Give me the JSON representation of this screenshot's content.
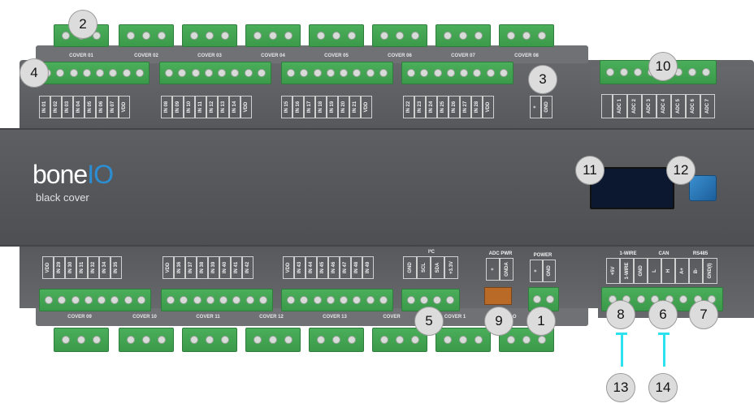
{
  "top_covers": [
    "COVER 01",
    "COVER 02",
    "COVER 03",
    "COVER 04",
    "COVER 05",
    "COVER 06",
    "COVER 07",
    "COVER 08"
  ],
  "bottom_covers": [
    "COVER 09",
    "COVER 10",
    "COVER 11",
    "COVER 12",
    "COVER 13",
    "COVER",
    "COVER 1",
    "CO"
  ],
  "top_inputs": [
    [
      "IN 01",
      "IN 02",
      "IN 03",
      "IN 04",
      "IN 05",
      "IN 06",
      "IN 07",
      "VDD"
    ],
    [
      "IN 08",
      "IN 09",
      "IN 10",
      "IN 11",
      "IN 12",
      "IN 13",
      "IN 14",
      "VDD"
    ],
    [
      "IN 15",
      "IN 16",
      "IN 17",
      "IN 18",
      "IN 19",
      "IN 20",
      "IN 21",
      "VDD"
    ],
    [
      "IN 22",
      "IN 23",
      "IN 24",
      "IN 25",
      "IN 26",
      "IN 27",
      "IN 28",
      "VDD"
    ]
  ],
  "top_power_pins": [
    "+",
    "GND"
  ],
  "adc_pins": [
    "",
    "ADC 1",
    "ADC 2",
    "ADC 3",
    "ADC 4",
    "ADC 5",
    "ADC 6",
    "ADC 7"
  ],
  "bottom_inputs": [
    [
      "VDD",
      "IN 29",
      "IN 30",
      "IN 31",
      "IN 32",
      "IN 34",
      "IN 35"
    ],
    [
      "VDD",
      "IN 36",
      "IN 37",
      "IN 38",
      "IN 39",
      "IN 40",
      "IN 41",
      "IN 42"
    ],
    [
      "VDD",
      "IN 43",
      "IN 44",
      "IN 45",
      "IN 46",
      "IN 47",
      "IN 48",
      "IN 49"
    ]
  ],
  "i2c": {
    "title": "I²C",
    "pins": [
      "GND",
      "SCL",
      "SDA",
      "+3.3V"
    ]
  },
  "adc_pwr": {
    "title": "ADC PWR",
    "pins": [
      "+",
      "GNDA"
    ]
  },
  "power": {
    "title": "POWER",
    "pins": [
      "+",
      "GND"
    ]
  },
  "one_wire": {
    "title": "1-WIRE",
    "pins": [
      "+5V",
      "1-WIRE",
      "GND"
    ]
  },
  "can": {
    "title": "CAN",
    "pins": [
      "L",
      "H"
    ]
  },
  "rs485": {
    "title": "RS485",
    "pins": [
      "A+",
      "B-",
      "GND(I)"
    ]
  },
  "logo": {
    "main": "bone",
    "io": "IO",
    "subtitle": "black cover"
  },
  "callouts": [
    "1",
    "2",
    "3",
    "4",
    "5",
    "6",
    "7",
    "8",
    "9",
    "10",
    "11",
    "12",
    "13",
    "14"
  ],
  "colors": {
    "housing": "#5a5c60",
    "terminal": "#3fa34f",
    "display": "#0c1730",
    "button": "#2a7bbf",
    "callout_line": "#2de2ee"
  }
}
